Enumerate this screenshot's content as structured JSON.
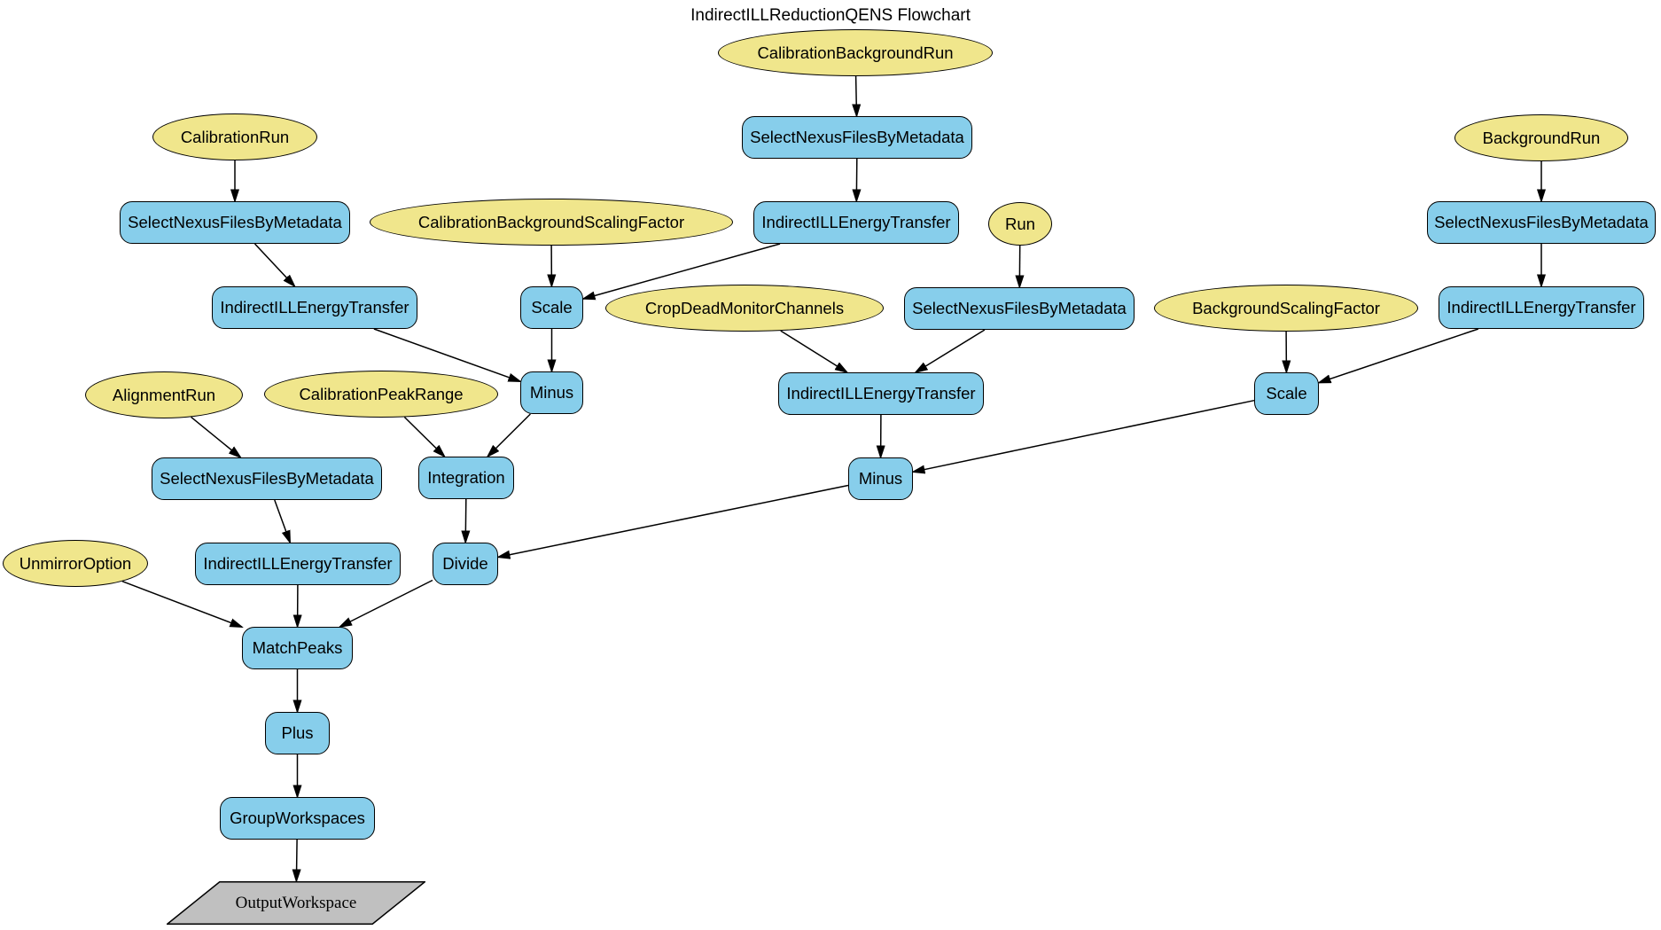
{
  "title": "IndirectILLReductionQENS Flowchart",
  "colors": {
    "parameter_fill": "#F0E68C",
    "algorithm_fill": "#87CEEB",
    "output_fill": "#C0C0C0",
    "node_stroke": "#000000",
    "edge_color": "#000000",
    "canvas_bg": "#FFFFFF"
  },
  "nodes": {
    "calibrationBackgroundRun": {
      "label": "CalibrationBackgroundRun",
      "type": "parameter"
    },
    "selectNexusCalibBg": {
      "label": "SelectNexusFilesByMetadata",
      "type": "algorithm"
    },
    "indirectCalibBg": {
      "label": "IndirectILLEnergyTransfer",
      "type": "algorithm"
    },
    "calibrationRun": {
      "label": "CalibrationRun",
      "type": "parameter"
    },
    "selectNexusCalib": {
      "label": "SelectNexusFilesByMetadata",
      "type": "algorithm"
    },
    "indirectCalib": {
      "label": "IndirectILLEnergyTransfer",
      "type": "algorithm"
    },
    "calibBgScalingFactor": {
      "label": "CalibrationBackgroundScalingFactor",
      "type": "parameter"
    },
    "scaleCalib": {
      "label": "Scale",
      "type": "algorithm"
    },
    "minusCalib": {
      "label": "Minus",
      "type": "algorithm"
    },
    "cropDeadMonitorChannels": {
      "label": "CropDeadMonitorChannels",
      "type": "parameter"
    },
    "runEllipse": {
      "label": "Run",
      "type": "parameter"
    },
    "selectNexusRun": {
      "label": "SelectNexusFilesByMetadata",
      "type": "algorithm"
    },
    "indirectRun": {
      "label": "IndirectILLEnergyTransfer",
      "type": "algorithm"
    },
    "minusBg": {
      "label": "Minus",
      "type": "algorithm"
    },
    "backgroundRun": {
      "label": "BackgroundRun",
      "type": "parameter"
    },
    "selectNexusBg": {
      "label": "SelectNexusFilesByMetadata",
      "type": "algorithm"
    },
    "indirectBg": {
      "label": "IndirectILLEnergyTransfer",
      "type": "algorithm"
    },
    "bgScalingFactor": {
      "label": "BackgroundScalingFactor",
      "type": "parameter"
    },
    "scaleBg": {
      "label": "Scale",
      "type": "algorithm"
    },
    "alignmentRun": {
      "label": "AlignmentRun",
      "type": "parameter"
    },
    "calibrationPeakRange": {
      "label": "CalibrationPeakRange",
      "type": "parameter"
    },
    "selectNexusAlign": {
      "label": "SelectNexusFilesByMetadata",
      "type": "algorithm"
    },
    "integration": {
      "label": "Integration",
      "type": "algorithm"
    },
    "unmirrorOption": {
      "label": "UnmirrorOption",
      "type": "parameter"
    },
    "indirectAlign": {
      "label": "IndirectILLEnergyTransfer",
      "type": "algorithm"
    },
    "divide": {
      "label": "Divide",
      "type": "algorithm"
    },
    "matchPeaks": {
      "label": "MatchPeaks",
      "type": "algorithm"
    },
    "plus": {
      "label": "Plus",
      "type": "algorithm"
    },
    "groupWorkspaces": {
      "label": "GroupWorkspaces",
      "type": "algorithm"
    },
    "outputWorkspace": {
      "label": "OutputWorkspace",
      "type": "output"
    }
  },
  "edges": [
    {
      "from": "calibrationBackgroundRun",
      "to": "selectNexusCalibBg"
    },
    {
      "from": "selectNexusCalibBg",
      "to": "indirectCalibBg"
    },
    {
      "from": "indirectCalibBg",
      "to": "scaleCalib"
    },
    {
      "from": "calibrationRun",
      "to": "selectNexusCalib"
    },
    {
      "from": "selectNexusCalib",
      "to": "indirectCalib"
    },
    {
      "from": "calibBgScalingFactor",
      "to": "scaleCalib"
    },
    {
      "from": "indirectCalib",
      "to": "minusCalib"
    },
    {
      "from": "scaleCalib",
      "to": "minusCalib"
    },
    {
      "from": "cropDeadMonitorChannels",
      "to": "indirectRun"
    },
    {
      "from": "runEllipse",
      "to": "selectNexusRun"
    },
    {
      "from": "selectNexusRun",
      "to": "indirectRun"
    },
    {
      "from": "backgroundRun",
      "to": "selectNexusBg"
    },
    {
      "from": "selectNexusBg",
      "to": "indirectBg"
    },
    {
      "from": "bgScalingFactor",
      "to": "scaleBg"
    },
    {
      "from": "indirectBg",
      "to": "scaleBg"
    },
    {
      "from": "indirectRun",
      "to": "minusBg"
    },
    {
      "from": "scaleBg",
      "to": "minusBg"
    },
    {
      "from": "alignmentRun",
      "to": "selectNexusAlign"
    },
    {
      "from": "calibrationPeakRange",
      "to": "integration"
    },
    {
      "from": "minusCalib",
      "to": "integration"
    },
    {
      "from": "selectNexusAlign",
      "to": "indirectAlign"
    },
    {
      "from": "integration",
      "to": "divide"
    },
    {
      "from": "minusBg",
      "to": "divide"
    },
    {
      "from": "unmirrorOption",
      "to": "matchPeaks"
    },
    {
      "from": "indirectAlign",
      "to": "matchPeaks"
    },
    {
      "from": "divide",
      "to": "matchPeaks"
    },
    {
      "from": "matchPeaks",
      "to": "plus"
    },
    {
      "from": "plus",
      "to": "groupWorkspaces"
    },
    {
      "from": "groupWorkspaces",
      "to": "outputWorkspace"
    }
  ]
}
